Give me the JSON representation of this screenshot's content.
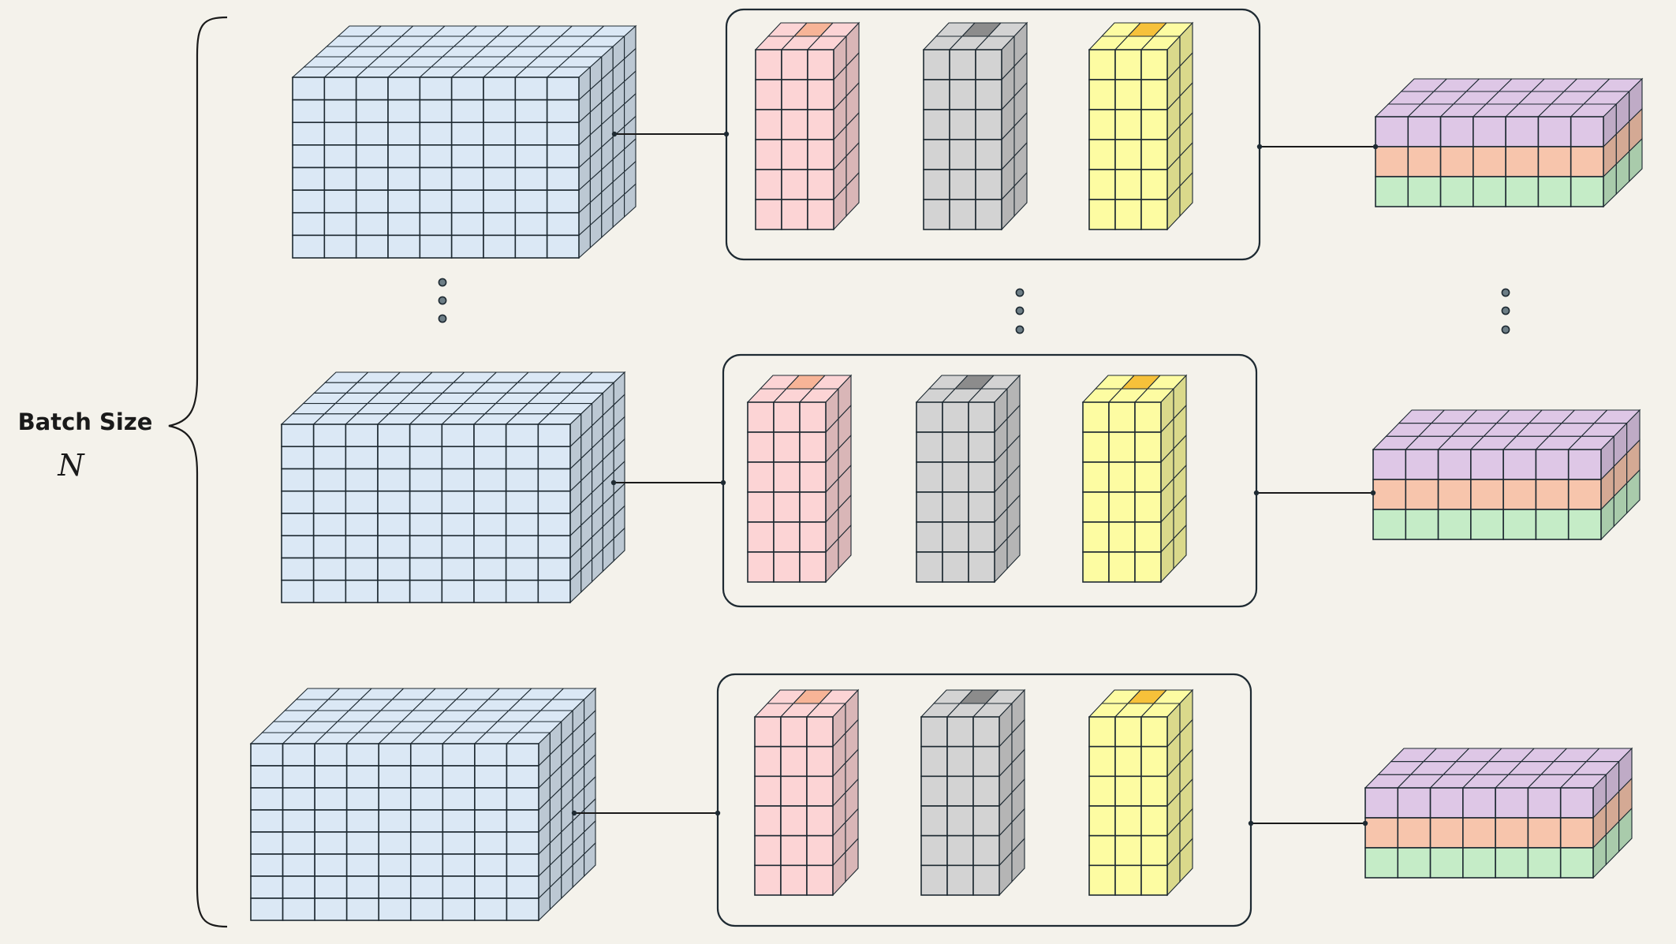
{
  "batch": {
    "label": "Batch Size",
    "variable": "N"
  },
  "colors": {
    "background": "#f4f2eb",
    "input_cube": "#dbe8f5",
    "red_block": "#fcd4d5",
    "red_top_highlight": "#f7b497",
    "gray_block": "#d3d3d3",
    "gray_top_highlight": "#8c8c8c",
    "yellow_block": "#fdfca2",
    "yellow_top_highlight": "#f6c13a",
    "output_purple": "#dec7e6",
    "output_orange": "#f7c5ac",
    "output_green": "#c5ecc7",
    "stroke": "#1e2a32",
    "dot_fill": "#6d7e86"
  },
  "rows": [
    {
      "id": "sample-1",
      "input": "input-cube",
      "blocks": [
        "red",
        "gray",
        "yellow"
      ],
      "output": "output-stack"
    },
    {
      "id": "sample-2",
      "input": "input-cube",
      "blocks": [
        "red",
        "gray",
        "yellow"
      ],
      "output": "output-stack"
    },
    {
      "id": "sample-N",
      "input": "input-cube",
      "blocks": [
        "red",
        "gray",
        "yellow"
      ],
      "output": "output-stack"
    }
  ],
  "ellipsis_columns": [
    "input",
    "blocks",
    "output"
  ]
}
